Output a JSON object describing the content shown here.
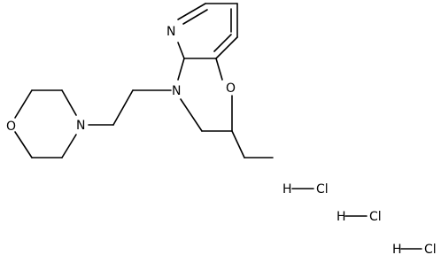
{
  "colors": {
    "background": "#ffffff",
    "ink": "#000000"
  },
  "atoms": {
    "pyridine_n": "N",
    "oxazine_n": "N",
    "ring_o": "O",
    "morpholine_n": "N",
    "morpholine_o": "O"
  },
  "salts": [
    {
      "h": "H",
      "cl": "Cl"
    },
    {
      "h": "H",
      "cl": "Cl"
    },
    {
      "h": "H",
      "cl": "Cl"
    }
  ]
}
